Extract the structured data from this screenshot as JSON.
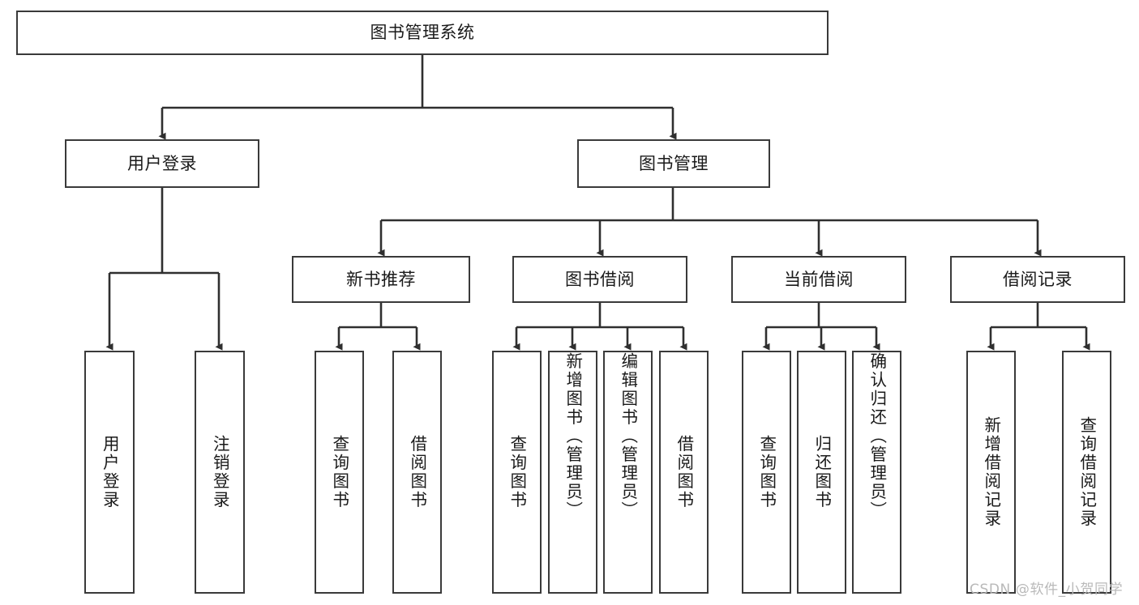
{
  "diagram": {
    "type": "tree",
    "title": "图书管理系统",
    "root": {
      "label": "图书管理系统"
    },
    "level1": [
      {
        "label": "用户登录"
      },
      {
        "label": "图书管理"
      }
    ],
    "level2": [
      {
        "parent": "图书管理",
        "label": "新书推荐"
      },
      {
        "parent": "图书管理",
        "label": "图书借阅"
      },
      {
        "parent": "图书管理",
        "label": "当前借阅"
      },
      {
        "parent": "图书管理",
        "label": "借阅记录"
      }
    ],
    "leaves": {
      "user_login": [
        {
          "label": "用户登录"
        },
        {
          "label": "注销登录"
        }
      ],
      "new_book": [
        {
          "label": "查询图书"
        },
        {
          "label": "借阅图书"
        }
      ],
      "borrow_book": [
        {
          "label": "查询图书"
        },
        {
          "label": "新增图书（管理员）"
        },
        {
          "label": "编辑图书（管理员）"
        },
        {
          "label": "借阅图书"
        }
      ],
      "current_borrow": [
        {
          "label": "查询图书"
        },
        {
          "label": "归还图书"
        },
        {
          "label": "确认归还（管理员）"
        }
      ],
      "borrow_record": [
        {
          "label": "新增借阅记录"
        },
        {
          "label": "查询借阅记录"
        }
      ]
    }
  },
  "watermark": "CSDN @软件_小贺同学",
  "colors": {
    "stroke": "#3a3a3a",
    "background": "#ffffff",
    "text": "#1a1a1a",
    "watermark": "#b9b9b9"
  }
}
